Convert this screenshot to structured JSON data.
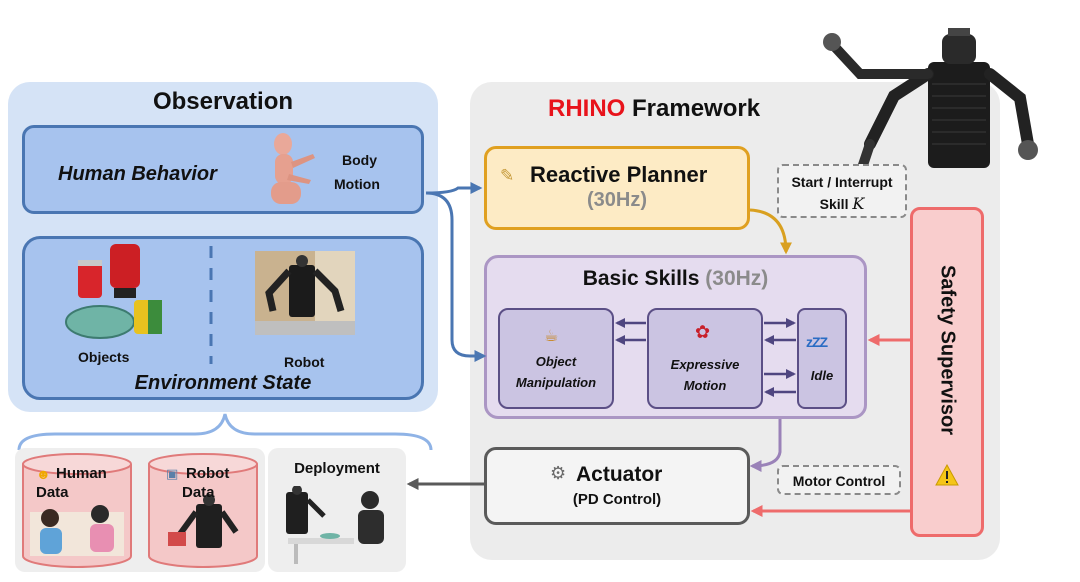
{
  "observation": {
    "title": "Observation",
    "human_behavior": "Human Behavior",
    "body": "Body",
    "motion": "Motion",
    "objects": "Objects",
    "robot": "Robot",
    "environment_state": "Environment State"
  },
  "framework": {
    "title_accent": "RHINO",
    "title_rest": "Framework",
    "accent_color": "#e8131b",
    "reactive_planner": "Reactive Planner",
    "reactive_planner_hz": "(30Hz)",
    "start_interrupt_line1": "Start / Interrupt",
    "start_interrupt_line2": "Skill",
    "start_interrupt_var": "K",
    "basic_skills": "Basic Skills",
    "basic_skills_hz": "(30Hz)",
    "object_manipulation_line1": "Object",
    "object_manipulation_line2": "Manipulation",
    "expressive_motion_line1": "Expressive",
    "expressive_motion_line2": "Motion",
    "idle": "Idle",
    "idle_zzz": "zZZ",
    "actuator": "Actuator",
    "actuator_sub": "(PD Control)",
    "motor_control": "Motor Control",
    "safety_supervisor": "Safety Supervisor"
  },
  "data": {
    "human_data_line1": "Human",
    "human_data_line2": "Data",
    "robot_data_line1": "Robot",
    "robot_data_line2": "Data",
    "deployment": "Deployment"
  },
  "icons": {
    "memo": "memo-icon",
    "beer": "beer-mug-icon",
    "dancer": "dancer-icon",
    "gear": "gear-icon",
    "warning": "warning-icon",
    "smiley": "smiley-icon",
    "robot": "robot-face-icon"
  }
}
